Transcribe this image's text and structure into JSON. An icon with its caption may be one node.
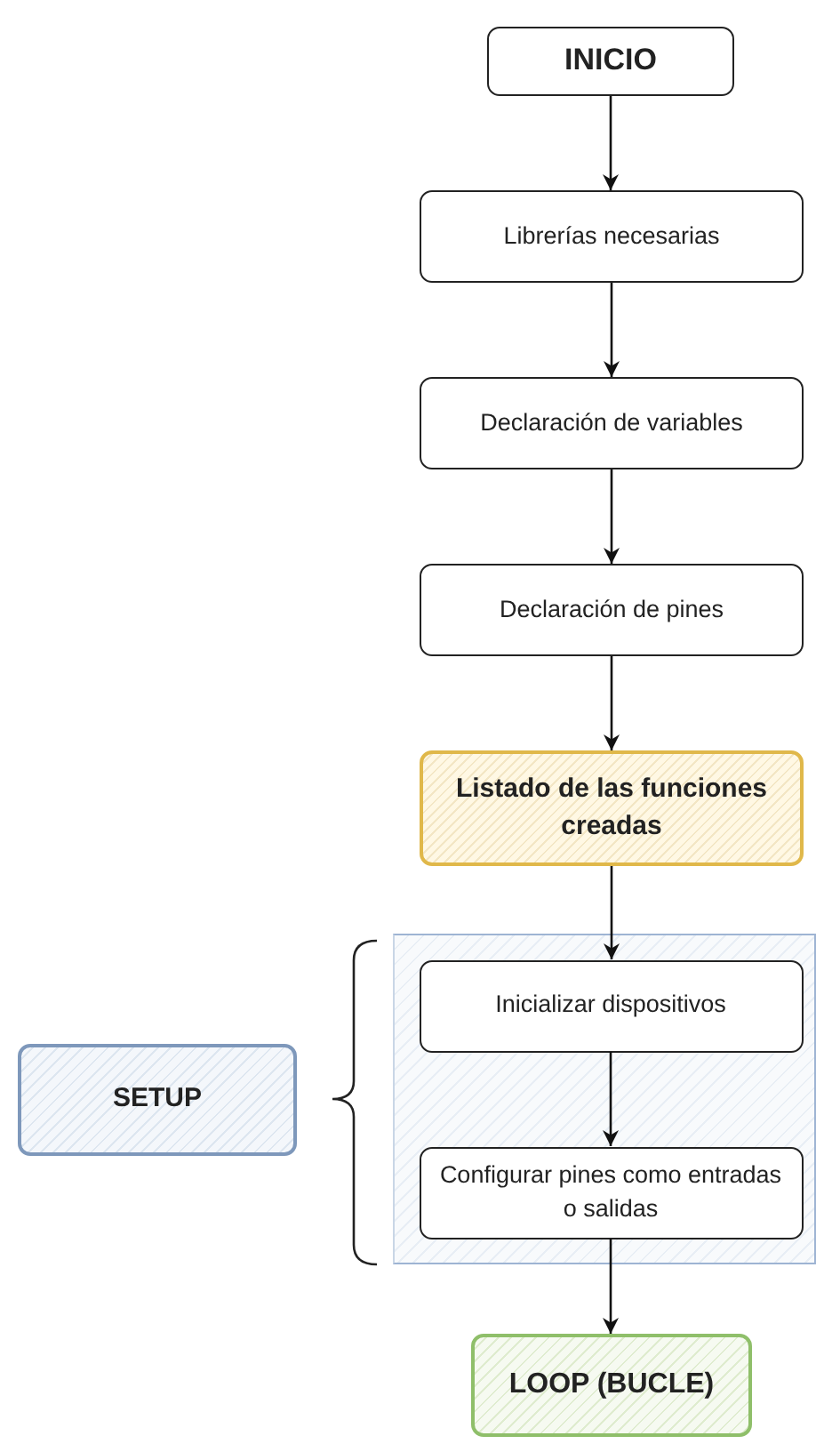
{
  "diagram": {
    "nodes": [
      {
        "text": [
          "INICIO"
        ]
      },
      {
        "text": [
          "Librerías necesarias"
        ]
      },
      {
        "text": [
          "Declaración de variables"
        ]
      },
      {
        "text": [
          "Declaración de pines"
        ]
      },
      {
        "text": [
          "Listado de las funciones creadas"
        ]
      },
      {
        "text": [],
        "shape": "box"
      },
      {
        "text": [
          "Inicializar dispositivos"
        ],
        "in": 5
      },
      {
        "text": [
          "Configurar pines como entradas o salidas"
        ],
        "in": 5
      },
      {
        "text": [
          "SETUP"
        ]
      },
      {
        "text": [
          "LOOP (BUCLE)"
        ]
      }
    ],
    "edges": [
      {
        "from": 0,
        "to": 1,
        "arrow": "to"
      },
      {
        "from": 1,
        "to": 2,
        "arrow": "to"
      },
      {
        "from": 2,
        "to": 3,
        "arrow": "to"
      },
      {
        "from": 3,
        "to": 4,
        "arrow": "to"
      },
      {
        "from": 4,
        "to": 6,
        "arrow": "to"
      },
      {
        "from": 6,
        "to": 7,
        "arrow": "to"
      },
      {
        "from": 7,
        "to": 9,
        "arrow": "to"
      }
    ]
  }
}
